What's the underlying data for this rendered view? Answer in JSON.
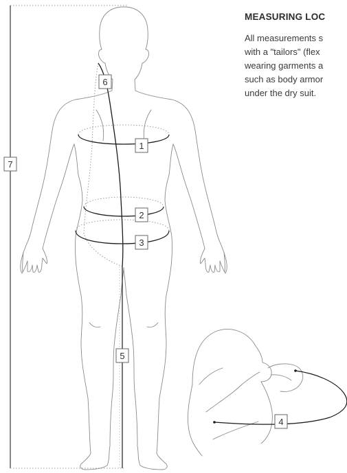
{
  "heading": "MEASURING LOC",
  "description_lines": [
    "All measurements s",
    "with a \"tailors\" (flex",
    "wearing garments a",
    "such as body armor",
    "under the dry suit."
  ],
  "markers": {
    "m1": "1",
    "m2": "2",
    "m3": "3",
    "m4": "4",
    "m5": "5",
    "m6": "6",
    "m7": "7"
  },
  "colors": {
    "outline": "#8a8a8a",
    "measure_line": "#1a1a1a",
    "dotted": "#9a9a9a",
    "text": "#3a3a3a"
  }
}
